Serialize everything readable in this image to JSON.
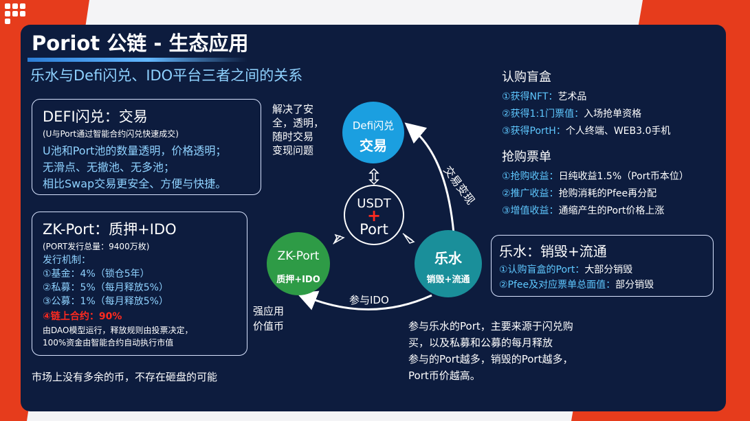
{
  "page": {
    "title": "Poriot 公链 - 生态应用",
    "subtitle": "乐水与Defi闪兑、IDO平台三者之间的关系",
    "bottom_note": "市场上没有多余的币，不存在砸盘的可能"
  },
  "defi_box": {
    "heading": "DEFI闪兑：交易",
    "sub": "(U与Port通过智能合约闪兑快速成交)",
    "lines": [
      "U池和Port池的数量透明，价格透明；",
      "无滑点、无撤池、无多池；",
      "相比Swap交易更安全、方便与快捷。"
    ]
  },
  "zk_box": {
    "heading": "ZK-Port：质押+IDO",
    "sub": "(PORT发行总量：9400万枚)",
    "mech_title": "发行机制：",
    "items": [
      "①基金：4%（锁仓5年）",
      "②私募：5%（每月释放5%）",
      "③公募：1%（每月释放5%）"
    ],
    "highlight": "④链上合约：90%",
    "notes": [
      "由DAO模型运行，释放规则由投票决定，",
      "100%资金由智能合约自动执行市值"
    ]
  },
  "diagram": {
    "defi_node": {
      "line1": "Defi闪兑",
      "line2": "交易"
    },
    "center_node": {
      "line1": "USDT",
      "plus": "+",
      "line2": "Port"
    },
    "zk_node": {
      "line1": "ZK-Port",
      "line2": "质押+IDO"
    },
    "lewater_node": {
      "line1": "乐水",
      "line2": "销毁+流通"
    },
    "solve_text": [
      "解决了安",
      "全，透明，",
      "随时交易",
      "变现问题"
    ],
    "arrow_right_label": "交易变现",
    "arrow_bottom_label": "参与IDO",
    "strong_text": [
      "强应用",
      "价值币"
    ],
    "colors": {
      "defi": "#1b9fe0",
      "zk": "#2e9b46",
      "lewater": "#1a8f9a",
      "center": "#0d1c3e"
    }
  },
  "right_section": {
    "blind_box_title": "认购盲盒",
    "blind_box_items": [
      {
        "label": "①获得NFT：",
        "value": "艺术品"
      },
      {
        "label": "②获得1:1门票值：",
        "value": "入场抢单资格"
      },
      {
        "label": "③获得PortH：",
        "value": "个人终端、WEB3.0手机"
      }
    ],
    "ticket_title": "抢购票单",
    "ticket_items": [
      {
        "label": "①抢购收益：",
        "value": "日纯收益1.5%（Port币本位）"
      },
      {
        "label": "②推广收益：",
        "value": "抢购消耗的Pfee再分配"
      },
      {
        "label": "③增值收益：",
        "value": "通缩产生的Port价格上涨"
      }
    ],
    "lewater_box_title": "乐水：销毁+流通",
    "lewater_box_items": [
      {
        "label": "①认购盲盒的Port：",
        "value": "大部分销毁"
      },
      {
        "label": "②Pfee及对应票单总面值：",
        "value": "部分销毁"
      }
    ],
    "bottom_text": [
      "参与乐水的Port，主要来源于闪兑购",
      "买，以及私募和公募的每月释放",
      "参与的Port越多，销毁的Port越多，",
      "Port币价越高。"
    ]
  }
}
